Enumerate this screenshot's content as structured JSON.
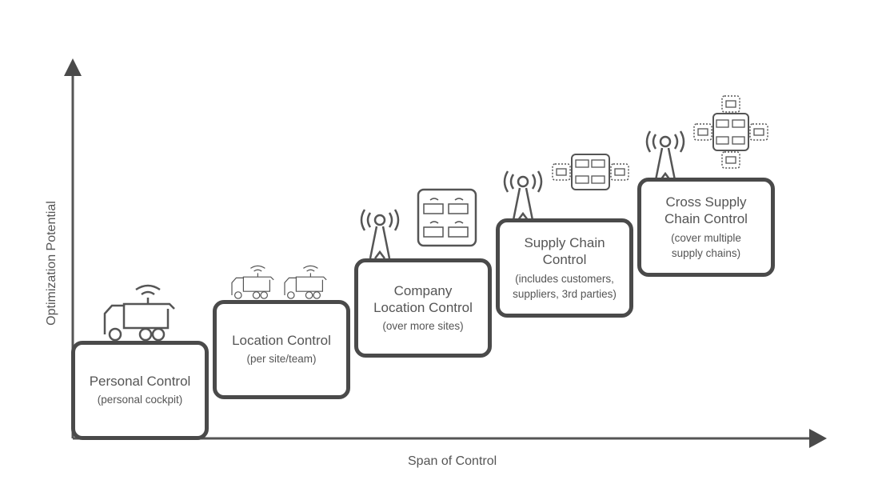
{
  "axes": {
    "x_label": "Span of Control",
    "y_label": "Optimization Potential"
  },
  "steps": [
    {
      "title": "Personal Control",
      "subtitle": "(personal cockpit)",
      "icon": "single-truck-with-signal"
    },
    {
      "title": "Location Control",
      "subtitle": "(per site/team)",
      "icon": "two-trucks-with-signal"
    },
    {
      "title": "Company Location Control",
      "title_lines": [
        "Company",
        "Location Control"
      ],
      "subtitle": "(over more sites)",
      "icon": "antenna-tower-and-truck-fleet"
    },
    {
      "title": "Supply Chain Control",
      "title_lines": [
        "Supply Chain",
        "Control"
      ],
      "subtitle_lines": [
        "(includes customers,",
        "suppliers, 3rd parties)"
      ],
      "icon": "antenna-tower-and-fleet-with-partners"
    },
    {
      "title": "Cross Supply Chain Control",
      "title_lines": [
        "Cross Supply",
        "Chain Control"
      ],
      "subtitle_lines": [
        "(cover multiple",
        "supply chains)"
      ],
      "icon": "antenna-tower-and-multiple-networks"
    }
  ],
  "colors": {
    "stroke": "#4a4a4a",
    "text": "#555555"
  }
}
